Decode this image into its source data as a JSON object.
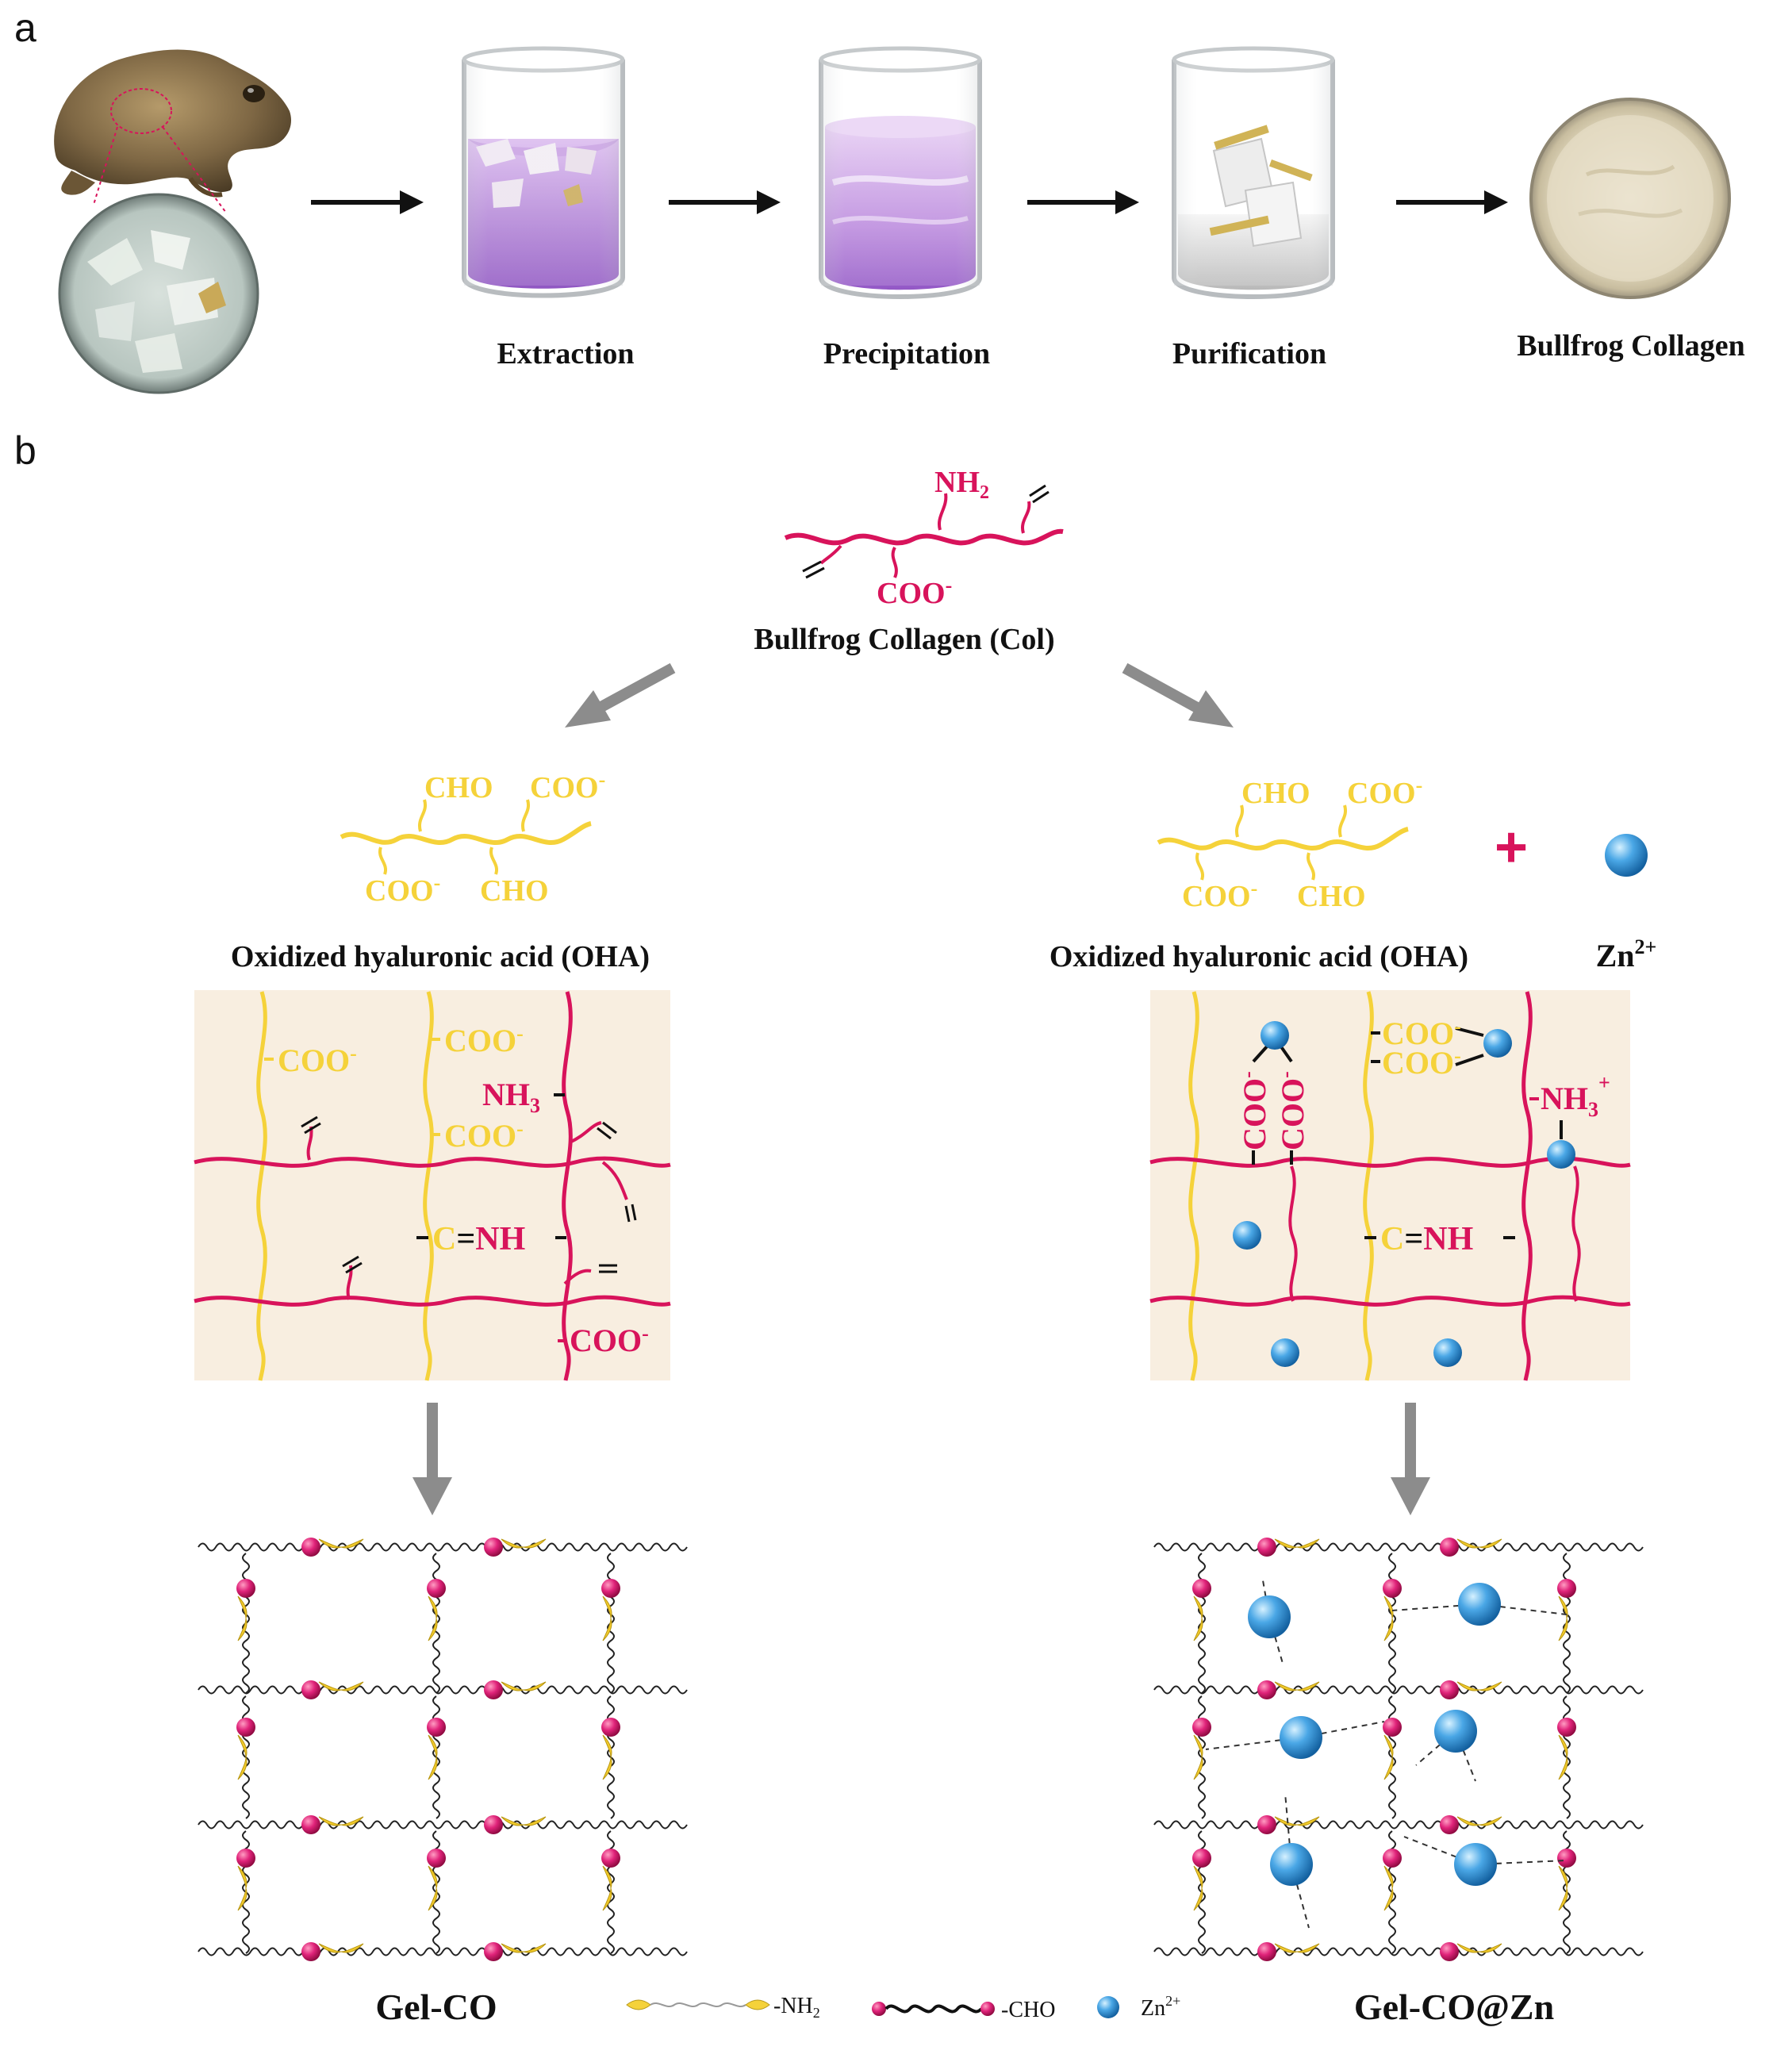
{
  "panel_a": {
    "letter": "a",
    "steps": [
      "Extraction",
      "Precipitation",
      "Purification",
      "Bullfrog Collagen"
    ]
  },
  "panel_b": {
    "letter": "b",
    "collagen": {
      "nh2": "NH",
      "nh2_sub": "2",
      "coo": "COO",
      "coo_sup": "-",
      "label": "Bullfrog Collagen (Col)"
    },
    "oha": {
      "cho": "CHO",
      "coo": "COO",
      "coo_sup": "-",
      "label": "Oxidized hyaluronic acid (OHA)"
    },
    "plus": "+",
    "zn": {
      "label": "Zn",
      "sup": "2+"
    },
    "network_left": {
      "coo": "COO",
      "sup_minus": "-",
      "nh3": "NH",
      "nh3_sub": "3",
      "c": "C",
      "eq": "=",
      "nh": "NH"
    },
    "network_right": {
      "coo": "COO",
      "sup_minus": "-",
      "nh3": "NH",
      "nh3_sub": "3",
      "nh3_sup": "+",
      "c": "C",
      "eq": "=",
      "nh": "NH"
    },
    "gel_left": "Gel-CO",
    "gel_right": "Gel-CO@Zn",
    "legend": {
      "nh2": "-NH",
      "nh2_sub": "2",
      "cho": "-CHO",
      "zn": "Zn",
      "zn_sup": "2+"
    }
  },
  "colors": {
    "yellow": "#f5d23a",
    "magenta": "#d8135b",
    "zinc_blue": "#2e8fd8",
    "network_bg": "#f8eee0",
    "arrow_gray": "#8c8c8c"
  }
}
